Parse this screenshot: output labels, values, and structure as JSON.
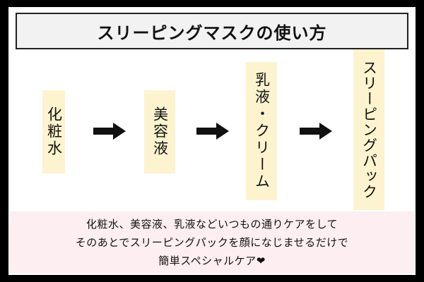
{
  "title": "スリーピングマスクの使い方",
  "steps": [
    {
      "label": "化粧水"
    },
    {
      "label": "美容液"
    },
    {
      "label": "乳液・クリーム"
    },
    {
      "label": "スリーピングパック"
    }
  ],
  "arrow_icon": "right-arrow-icon",
  "message": {
    "line1": "化粧水、美容液、乳液などいつもの通りケアをして",
    "line2": "そのあとでスリーピングパックを顔になじませるだけで",
    "line3": "簡単スペシャルケア",
    "heart": "❤"
  },
  "colors": {
    "step_bg": "#fdf3cf",
    "message_bg": "#fdeef2",
    "title_bg": "#f2f2f2"
  }
}
